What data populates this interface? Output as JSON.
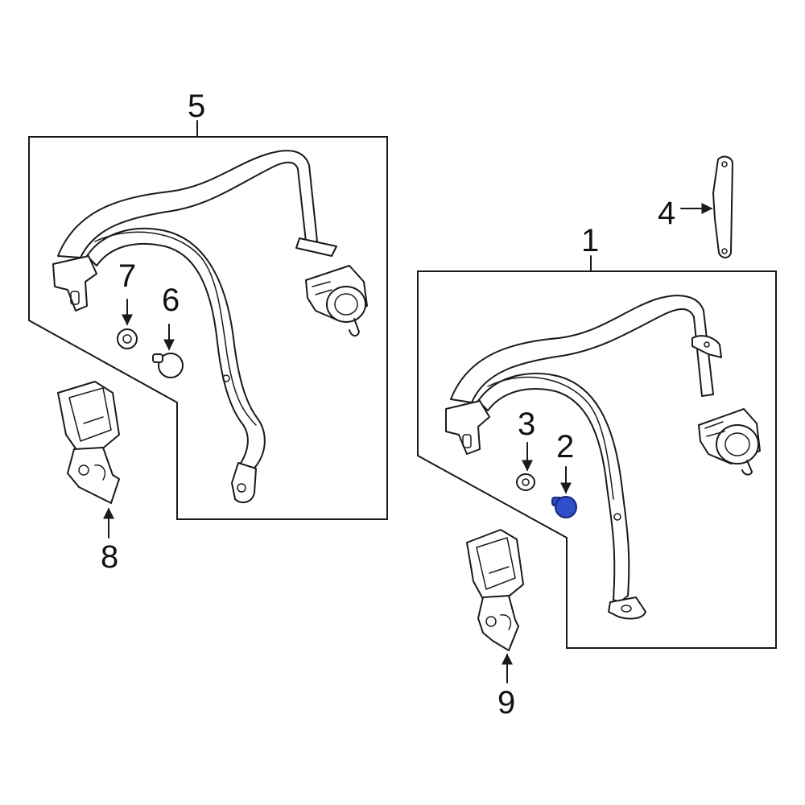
{
  "callouts": {
    "c1": "1",
    "c2": "2",
    "c3": "3",
    "c4": "4",
    "c5": "5",
    "c6": "6",
    "c7": "7",
    "c8": "8",
    "c9": "9"
  },
  "colors": {
    "highlight": "#2e4fc9",
    "highlight_stroke": "#16277a",
    "line": "#1a1a1a"
  }
}
